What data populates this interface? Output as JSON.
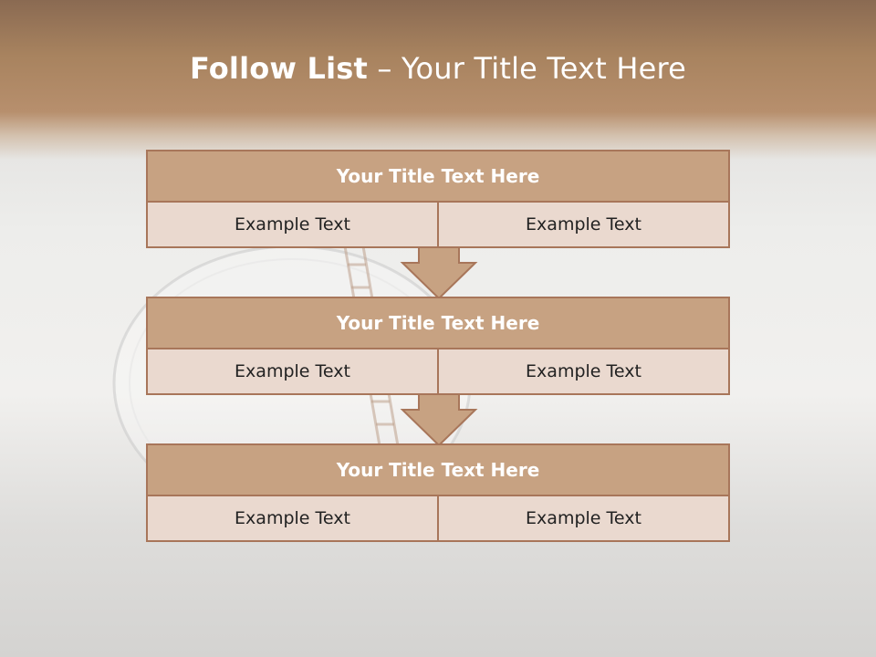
{
  "slide": {
    "title_bold": "Follow List",
    "title_rest": " – Your Title Text Here"
  },
  "steps": [
    {
      "title": "Your Title Text Here",
      "left": "Example Text",
      "right": "Example Text"
    },
    {
      "title": "Your Title Text Here",
      "left": "Example Text",
      "right": "Example Text"
    },
    {
      "title": "Your Title Text Here",
      "left": "Example Text",
      "right": "Example Text"
    }
  ],
  "colors": {
    "title_fill": "#c7a282",
    "cell_fill": "#ead9cf",
    "border": "#a8765a",
    "header_band": "#a8835f"
  }
}
